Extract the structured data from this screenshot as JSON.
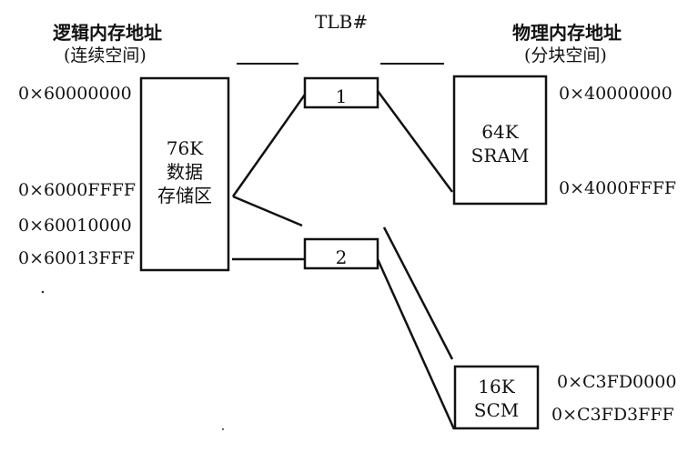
{
  "headers": {
    "logical_title": "逻辑内存地址",
    "logical_subtitle": "(连续空间)",
    "tlb_title": "TLB#",
    "physical_title": "物理内存地址",
    "physical_subtitle": "(分块空间)"
  },
  "logical_addresses": [
    "0×60000000",
    "0×6000FFFF",
    "0×60010000",
    "0×60013FFF"
  ],
  "physical_addresses": {
    "sram_start": "0×40000000",
    "sram_end": "0×4000FFFF",
    "scm_start": "0×C3FD0000",
    "scm_end": "0×C3FD3FFF"
  },
  "data_area": {
    "line1": "76K",
    "line2": "数据",
    "line3": "存储区"
  },
  "tlb_entries": [
    "1",
    "2"
  ],
  "sram_block": {
    "line1": "64K",
    "line2": "SRAM"
  },
  "scm_block": {
    "line1": "16K",
    "line2": "SCM"
  }
}
